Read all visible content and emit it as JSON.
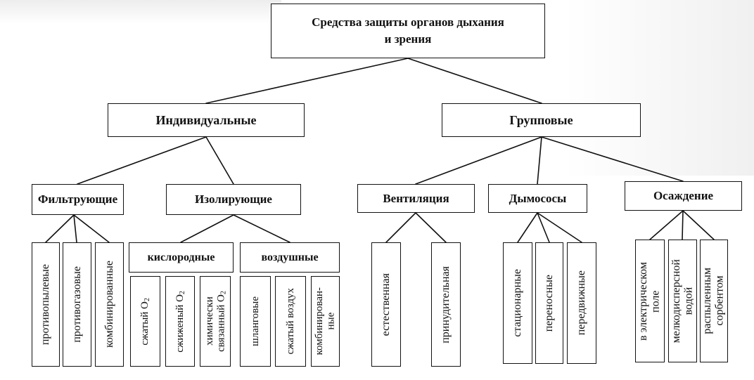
{
  "diagram": {
    "root": {
      "line1": "Средства защиты органов дыхания",
      "line2": "и зрения"
    },
    "individual": {
      "label": "Индивидуальные",
      "filtering": {
        "label": "Фильтрующие",
        "items": [
          "противопылевые",
          "противогазовые",
          "комбинированные"
        ]
      },
      "isolating": {
        "label": "Изолирующие",
        "oxygen": {
          "label": "кислородные",
          "items": [
            {
              "line1": "сжатый O",
              "sub": "2"
            },
            {
              "line1": "сжиженый O",
              "sub": "2"
            },
            {
              "line1": "химически",
              "line2": "связанный O",
              "sub": "2"
            }
          ]
        },
        "air": {
          "label": "воздушные",
          "items": [
            {
              "line1": "шланговые"
            },
            {
              "line1": "сжатый воздух"
            },
            {
              "line1": "комбинирован-",
              "line2": "ные"
            }
          ]
        }
      }
    },
    "group": {
      "label": "Групповые",
      "ventilation": {
        "label": "Вентиляция",
        "items": [
          "естественная",
          "принудительная"
        ]
      },
      "smoke_exhausters": {
        "label": "Дымососы",
        "items": [
          "стационарные",
          "переносные",
          "передвижные"
        ]
      },
      "precipitation": {
        "label": "Осаждение",
        "items": [
          {
            "line1": "в электрическом",
            "line2": "поле"
          },
          {
            "line1": "мелкодисперсной",
            "line2": "водой"
          },
          {
            "line1": "распыленным",
            "line2": "сорбентом"
          }
        ]
      }
    }
  },
  "colors": {
    "ink": "#111111",
    "paper": "#ffffff"
  }
}
